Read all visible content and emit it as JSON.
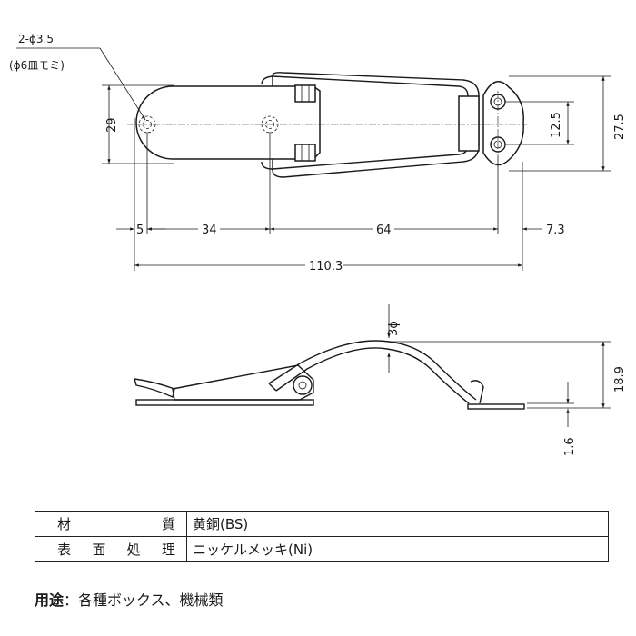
{
  "top_view": {
    "hole_note": "2-ϕ3.5",
    "countersink_note": "(ϕ6皿モミ)",
    "dims": {
      "height_left": "29",
      "offset_left": "5",
      "hole_pitch": "34",
      "hinge_span": "64",
      "tail": "7.3",
      "overall": "110.3",
      "mount_pitch": "12.5",
      "mount_height": "27.5"
    }
  },
  "side_view": {
    "dims": {
      "wire": "3ϕ",
      "height": "18.9",
      "plate": "1.6"
    }
  },
  "specs": [
    {
      "label": "材　質",
      "value": "黄銅(BS)"
    },
    {
      "label": "表面処理",
      "value": "ニッケルメッキ(Ni)"
    }
  ],
  "usage": {
    "heading": "用途",
    "separator": "：",
    "text": "各種ボックス、機械類"
  }
}
